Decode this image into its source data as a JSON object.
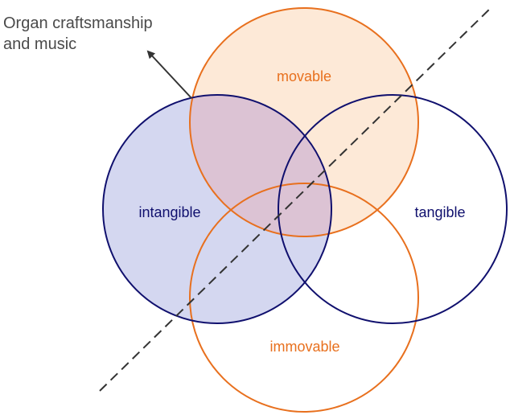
{
  "callout": {
    "line1": "Organ craftsmanship",
    "line2": "and music"
  },
  "labels": {
    "movable": "movable",
    "intangible": "intangible",
    "tangible": "tangible",
    "immovable": "immovable"
  },
  "colors": {
    "orange": "#e8701e",
    "orange_fill": "#fde5d0",
    "navy": "#10106e",
    "navy_fill": "#b8bde6",
    "overlap_fill": "#dcc3d4",
    "text_gray": "#4a4a4a",
    "line_dark": "#333333"
  }
}
